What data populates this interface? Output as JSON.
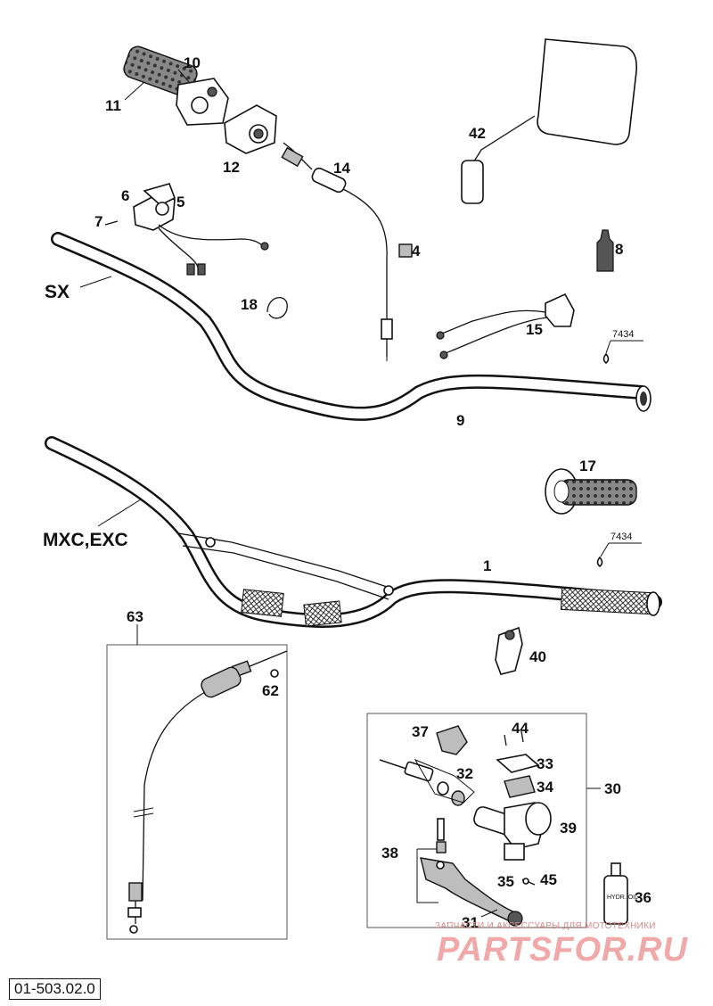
{
  "diagram": {
    "drawing_code": "01-503.02.0",
    "parts": {
      "p1": "1",
      "p4": "4",
      "p5": "5",
      "p6": "6",
      "p7": "7",
      "p8": "8",
      "p9": "9",
      "p10": "10",
      "p11": "11",
      "p12": "12",
      "p14": "14",
      "p15": "15",
      "p17": "17",
      "p18": "18",
      "p30": "30",
      "p31": "31",
      "p32": "32",
      "p33": "33",
      "p34": "34",
      "p35": "35",
      "p36": "36",
      "p37": "37",
      "p38": "38",
      "p39": "39",
      "p40": "40",
      "p42": "42",
      "p44": "44",
      "p45": "45",
      "p62": "62",
      "p63": "63"
    },
    "variants": {
      "sx": "SX",
      "mxc_exc": "MXC,EXC"
    },
    "ref_codes": {
      "top": "7434",
      "bottom": "7434"
    },
    "oil_label": "HYDR. OIL"
  },
  "watermark": {
    "caption": "ЗАПЧАСТИ И АКСЕССУАРЫ ДЛЯ МОТОТЕХНИКИ",
    "logo": "PARTSFOR.RU"
  }
}
